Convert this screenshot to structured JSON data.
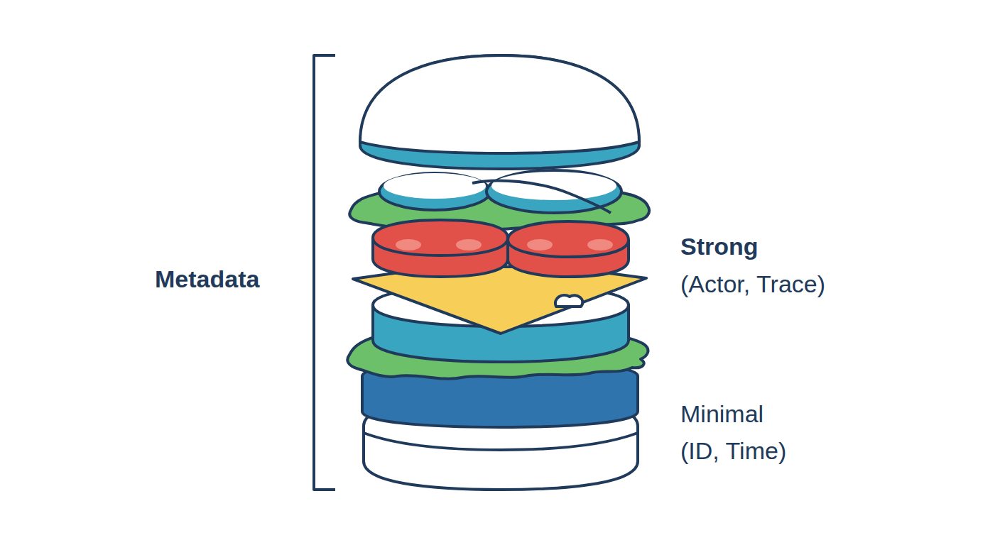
{
  "diagram": {
    "labels": [
      "Metadata",
      "Strong",
      "(Actor, Trace)",
      "Minimal",
      "(ID, Time)"
    ]
  }
}
